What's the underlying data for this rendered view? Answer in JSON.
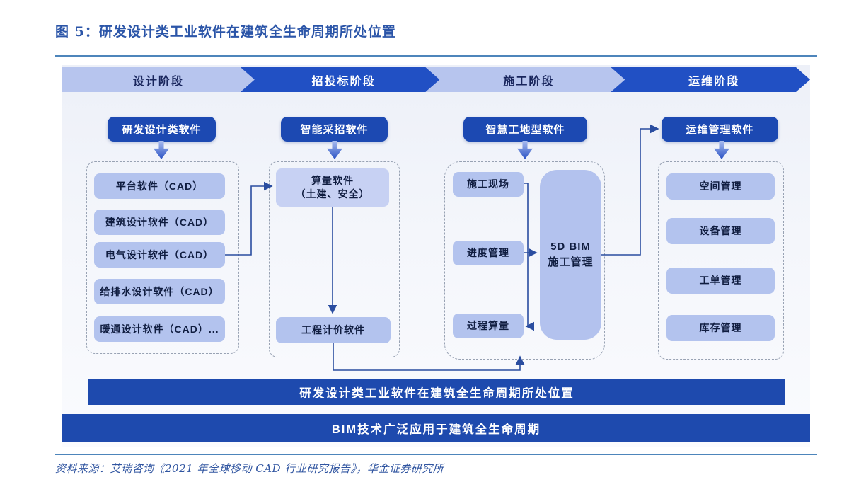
{
  "figure": {
    "title": "图 5：研发设计类工业软件在建筑全生命周期所处位置",
    "source": "资料来源：艾瑞咨询《2021 年全球移动 CAD 行业研究报告》，华金证券研究所"
  },
  "stages": [
    {
      "label": "设计阶段",
      "software": "研发设计类软件",
      "items": [
        "平台软件（CAD）",
        "建筑设计软件（CAD）",
        "电气设计软件（CAD）",
        "给排水设计软件（CAD）",
        "暖通设计软件（CAD）..."
      ]
    },
    {
      "label": "招投标阶段",
      "software": "智能采招软件",
      "items": [
        "算量软件\n（土建、安全）",
        "工程计价软件"
      ]
    },
    {
      "label": "施工阶段",
      "software": "智慧工地型软件",
      "items": [
        "施工现场",
        "进度管理",
        "过程算量"
      ],
      "bim_box": "5D BIM\n施工管理"
    },
    {
      "label": "运维阶段",
      "software": "运维管理软件",
      "items": [
        "空间管理",
        "设备管理",
        "工单管理",
        "库存管理"
      ]
    }
  ],
  "banners": {
    "position": "研发设计类工业软件在建筑全生命周期所处位置",
    "bim": "BIM技术广泛应用于建筑全生命周期"
  },
  "colors": {
    "stage_dark": "#2150c4",
    "stage_light": "#b7c5ee",
    "pill": "#1c49b2",
    "node": "#b3c3ee",
    "banner": "#1e4aae",
    "connector": "#2a4da0",
    "title_text": "#2b55a8"
  }
}
